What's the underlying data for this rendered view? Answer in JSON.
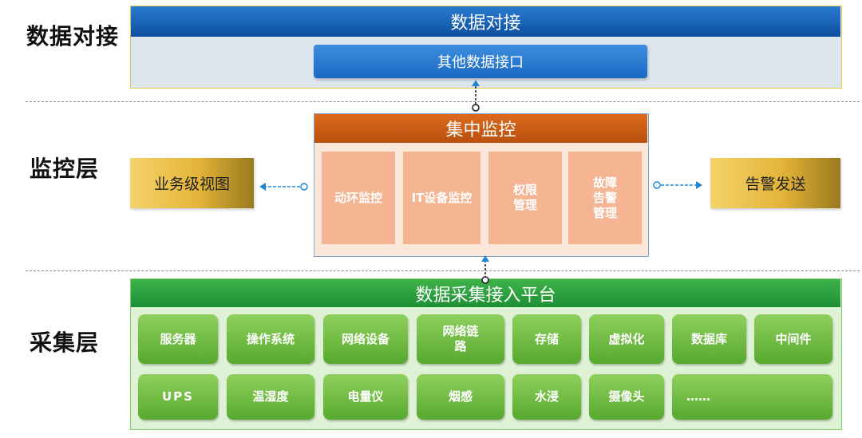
{
  "layers": {
    "data_docking": "数据对接",
    "monitoring": "监控层",
    "collection": "采集层"
  },
  "data_docking": {
    "header": "数据对接",
    "item": "其他数据接口"
  },
  "monitoring": {
    "header": "集中监控",
    "modules": [
      "动环监控",
      "IT设备监控",
      "权限\n管理",
      "故障\n告警\n管理"
    ],
    "left_box": "业务级视图",
    "right_box": "告警发送"
  },
  "collection": {
    "header": "数据采集接入平台",
    "row1": [
      "服务器",
      "操作系统",
      "网络设备",
      "网络链\n路",
      "存储",
      "虚拟化",
      "数据库",
      "中间件"
    ],
    "row2": [
      "UPS",
      "温湿度",
      "电量仪",
      "烟感",
      "水浸",
      "摄像头",
      "……"
    ]
  },
  "colors": {
    "dock_header": "#0d4f9f",
    "dock_item": "#1b68c2",
    "monitor_header": "#c45a12",
    "monitor_module": "#f5b593",
    "collection_header": "#1f8f36",
    "collection_tile": "#57a92f",
    "side_box": "#e3b438",
    "connector": "#1e88d6"
  }
}
